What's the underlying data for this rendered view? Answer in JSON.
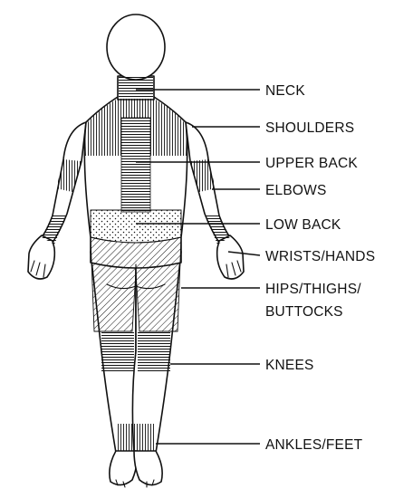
{
  "diagram": {
    "colors": {
      "ink": "#111111",
      "paper": "#ffffff"
    },
    "regions": [
      {
        "id": "neck",
        "label": "NECK",
        "pattern": "horizontal-lines"
      },
      {
        "id": "shoulders",
        "label": "SHOULDERS",
        "pattern": "vertical-lines"
      },
      {
        "id": "upper-back",
        "label": "UPPER BACK",
        "pattern": "horizontal-lines"
      },
      {
        "id": "elbows",
        "label": "ELBOWS",
        "pattern": "vertical-lines"
      },
      {
        "id": "low-back",
        "label": "LOW BACK",
        "pattern": "dots"
      },
      {
        "id": "wrists-hands",
        "label": "WRISTS/HANDS",
        "pattern": "horizontal-lines"
      },
      {
        "id": "hips-thighs-buttocks",
        "label_lines": [
          "HIPS/THIGHS/",
          "BUTTOCKS"
        ],
        "pattern": "diagonal-lines"
      },
      {
        "id": "knees",
        "label": "KNEES",
        "pattern": "horizontal-lines"
      },
      {
        "id": "ankles-feet",
        "label": "ANKLES/FEET",
        "pattern": "vertical-lines"
      }
    ]
  }
}
